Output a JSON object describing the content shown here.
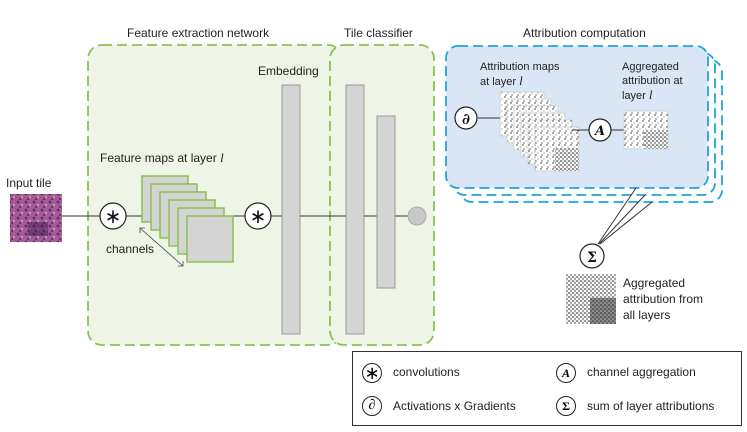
{
  "sections": {
    "feature_extraction": "Feature extraction network",
    "tile_classifier": "Tile classifier",
    "attribution_computation": "Attribution computation"
  },
  "labels": {
    "input_tile": "Input tile",
    "embedding": "Embedding",
    "feature_maps": "Feature maps at layer",
    "channels": "channels",
    "attribution_maps": "Attribution maps\nat layer",
    "aggregated_attribution": "Aggregated\nattribution at\nlayer",
    "aggregated_all_layers": "Aggregated\nattribution from\nall layers",
    "layer_symbol": "l"
  },
  "symbols": {
    "convolution": "∗",
    "derivative": "∂",
    "aggregation": "A",
    "sum": "Σ"
  },
  "legend": {
    "convolutions": "convolutions",
    "channel_aggregation": "channel aggregation",
    "activations_gradients": "Activations x Gradients",
    "sum_layers": "sum of layer attributions"
  },
  "colors": {
    "green_dash": "#8cc152",
    "green_fill": "#eef5e6",
    "blue_dash": "#1ea5d8",
    "blue_fill": "#dae6f5",
    "gray_block": "#d4d4d4",
    "tile_purple": "#9b4f8f"
  }
}
